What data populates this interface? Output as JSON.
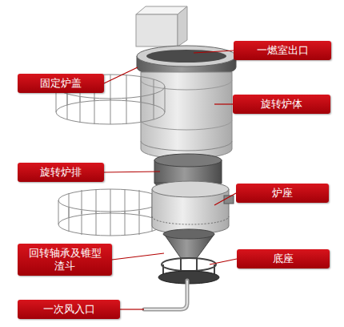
{
  "diagram": {
    "nodes": [
      {
        "text": [
          "一燃室出口"
        ]
      },
      {
        "text": [
          "固定炉盖"
        ]
      },
      {
        "text": [
          "旋转炉体"
        ]
      },
      {
        "text": [
          "旋转炉排"
        ]
      },
      {
        "text": [
          "炉座"
        ]
      },
      {
        "text": [
          "回转轴承及锥型 渣斗"
        ]
      },
      {
        "text": [
          "底座"
        ]
      },
      {
        "text": [
          "一次风入口"
        ]
      }
    ]
  }
}
